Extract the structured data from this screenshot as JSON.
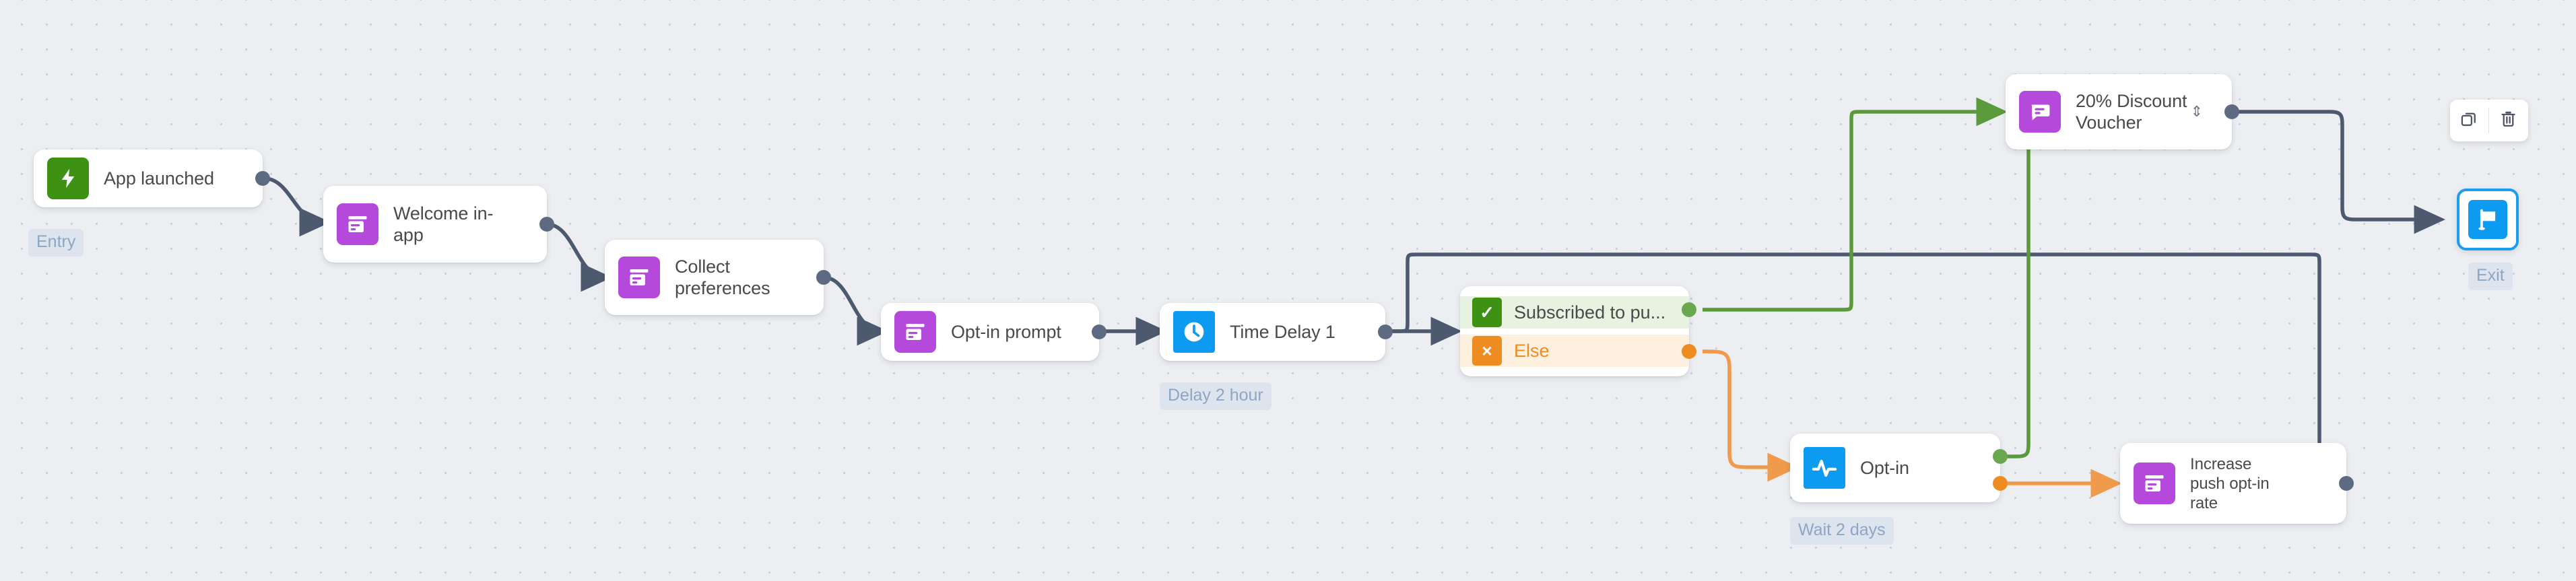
{
  "canvas": {
    "background_color": "#eceef1",
    "dot_color": "#c3cfe2"
  },
  "palette": {
    "purple": "#b449db",
    "green": "#3d9113",
    "blue": "#0d9af1",
    "orange": "#ef8c21",
    "edge_grey": "#5d6b82",
    "edge_green": "#6aa84f",
    "edge_orange": "#ef8c21",
    "chip_text": "#8fa5c4",
    "chip_bg": "#dde4ee",
    "node_text": "#4a4a4a",
    "exit_border": "#1b9df0"
  },
  "nodes": {
    "app_launched": {
      "label": "App launched",
      "icon": "lightning-bolt-icon",
      "caption": "Entry"
    },
    "welcome_in_app": {
      "label": "Welcome in-app",
      "icon": "in-app-message-icon"
    },
    "collect_preferences": {
      "label": "Collect preferences",
      "icon": "in-app-message-icon"
    },
    "optin_prompt": {
      "label": "Opt-in prompt",
      "icon": "in-app-message-icon"
    },
    "time_delay": {
      "label": "Time Delay 1",
      "icon": "clock-icon",
      "caption": "Delay 2 hour"
    },
    "condition": {
      "branches": [
        {
          "label": "Subscribed to pu...",
          "type": "yes",
          "icon": "check-icon",
          "glyph": "✓"
        },
        {
          "label": "Else",
          "type": "no",
          "icon": "cross-icon",
          "glyph": "×"
        }
      ]
    },
    "discount_voucher": {
      "label": "20% Discount Voucher",
      "icon": "push-message-icon",
      "handle": "drag-handle-icon"
    },
    "optin_event": {
      "label": "Opt-in",
      "icon": "pulse-icon",
      "caption": "Wait 2 days"
    },
    "increase_rate": {
      "label": "Increase push opt-in rate",
      "icon": "in-app-message-icon"
    },
    "exit": {
      "label": "Exit",
      "icon": "flag-icon"
    }
  },
  "toolbar": {
    "duplicate_label": "duplicate-icon",
    "delete_label": "delete-icon"
  }
}
